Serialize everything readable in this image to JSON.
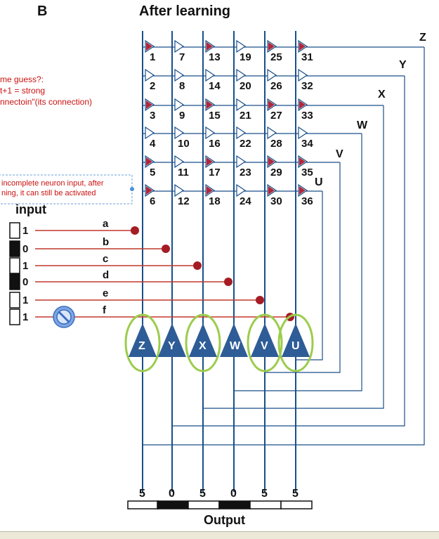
{
  "panel_letter": "B",
  "title": "After learning",
  "note_red": {
    "lines": [
      "me guess?:",
      "t+1 = strong",
      "nnectoin\"(its connection)"
    ],
    "color": "#cc1111"
  },
  "note_box": {
    "lines": [
      "incomplete neuron input, after",
      "ning, it can still be activated"
    ],
    "color": "#cc1111"
  },
  "input_label": "input",
  "input_bits": [
    "1",
    "0",
    "1",
    "0",
    "1",
    "1"
  ],
  "input_lines": [
    "a",
    "b",
    "c",
    "d",
    "e",
    "f"
  ],
  "synapse_numbers": [
    "1",
    "2",
    "3",
    "4",
    "5",
    "6",
    "7",
    "8",
    "9",
    "10",
    "11",
    "12",
    "13",
    "14",
    "15",
    "16",
    "17",
    "18",
    "19",
    "20",
    "21",
    "22",
    "23",
    "24",
    "25",
    "26",
    "27",
    "28",
    "29",
    "30",
    "31",
    "32",
    "33",
    "34",
    "35",
    "36"
  ],
  "output_neurons": [
    "Z",
    "Y",
    "X",
    "W",
    "V",
    "U"
  ],
  "feedback_labels": [
    "Z",
    "Y",
    "X",
    "W",
    "V",
    "U"
  ],
  "output_values": [
    "5",
    "0",
    "5",
    "0",
    "5",
    "5"
  ],
  "output_label": "Output",
  "colors": {
    "line_blue": "#1a4f8a",
    "input_red": "#c0392b",
    "dot_red": "#a51c24",
    "neuron_fill": "#2e5c97",
    "highlight_green": "#9ccc4c",
    "strong_synapse": "#b0273a"
  }
}
